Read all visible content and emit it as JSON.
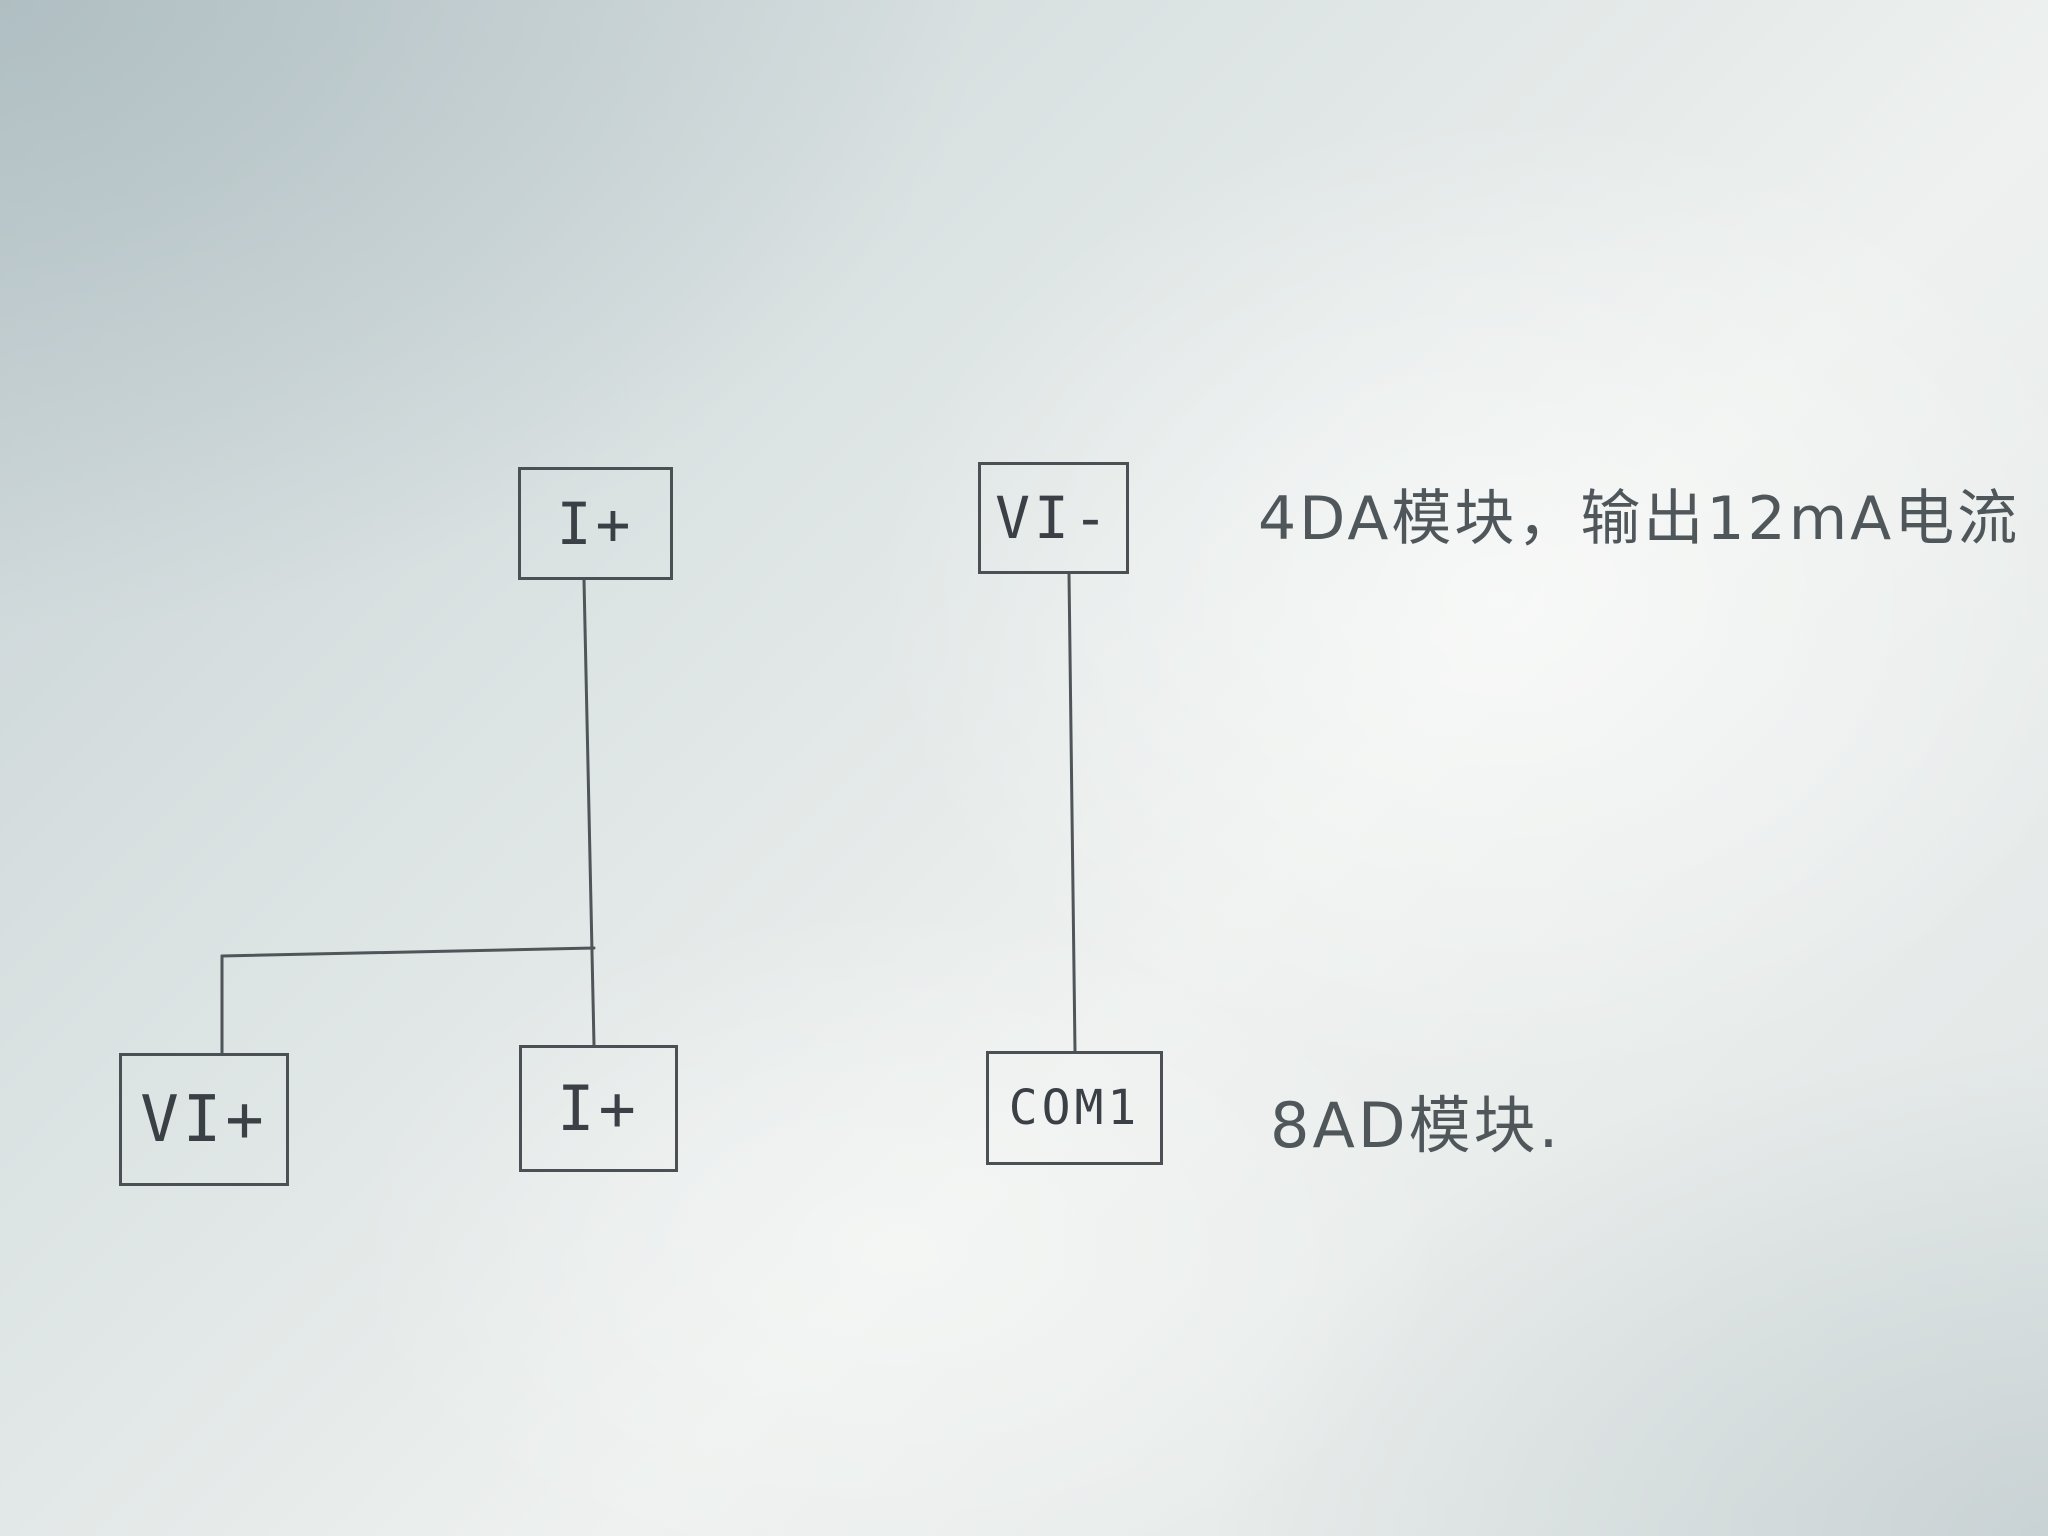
{
  "diagram": {
    "da_module": {
      "terminal_pos": "I+",
      "terminal_neg": "VI-",
      "note": "4DA模块，输出12mA电流"
    },
    "ad_module": {
      "terminal_vi_pos": "VI+",
      "terminal_i_pos": "I+",
      "terminal_com": "COM1",
      "note": "8AD模块."
    }
  },
  "colors": {
    "ink": "#4a5053",
    "paper": "#e6ebea"
  }
}
